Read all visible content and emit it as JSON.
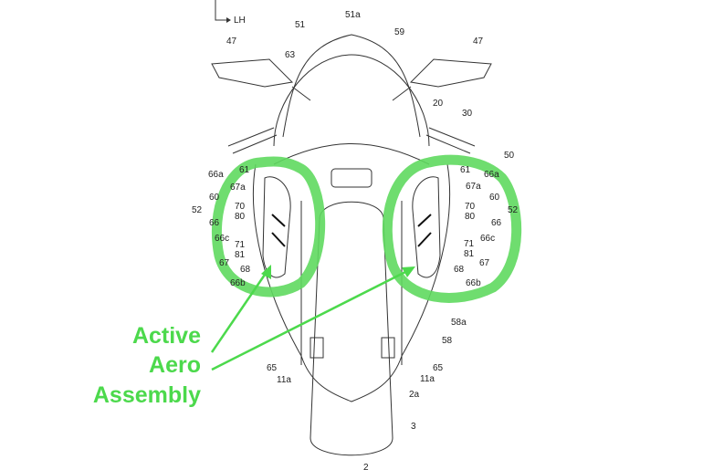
{
  "diagram": {
    "direction_label": "LH",
    "reference_labels": [
      "47",
      "51",
      "51a",
      "59",
      "47",
      "63",
      "20",
      "30",
      "50",
      "66a",
      "61",
      "67a",
      "60",
      "52",
      "70",
      "80",
      "66",
      "66c",
      "71",
      "81",
      "67",
      "68",
      "66b",
      "61",
      "66a",
      "67a",
      "60",
      "52",
      "70",
      "80",
      "66",
      "66c",
      "71",
      "81",
      "67",
      "68",
      "66b",
      "58a",
      "58",
      "65",
      "11a",
      "65",
      "11a",
      "2a",
      "3",
      "2"
    ],
    "callout": {
      "lines": [
        "Active",
        "Aero",
        "Assembly"
      ],
      "color": "#4cd94c"
    },
    "line_color": "#333333"
  }
}
